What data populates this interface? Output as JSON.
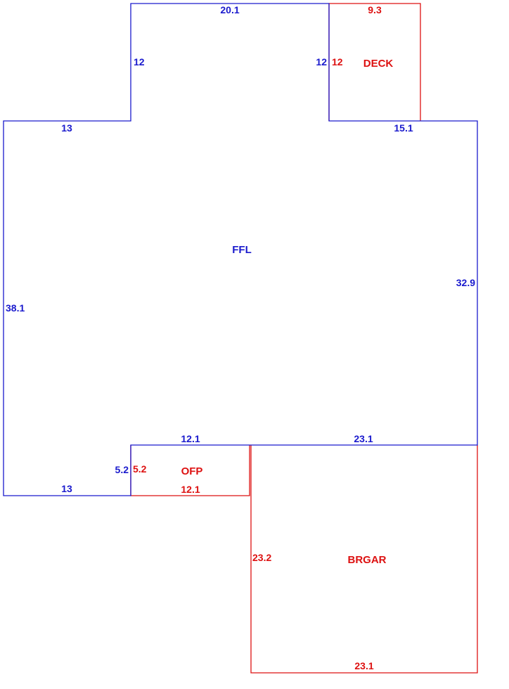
{
  "colors": {
    "main": "#1a1acd",
    "addon": "#dd1111"
  },
  "areas": {
    "ffl": "FFL",
    "deck": "DECK",
    "ofp": "OFP",
    "brgar": "BRGAR"
  },
  "dimensions": {
    "ffl_top": "20.1",
    "ffl_left_upper": "12",
    "ffl_right_upper": "12",
    "ffl_left_step": "13",
    "ffl_right_step": "15.1",
    "ffl_left": "38.1",
    "ffl_right": "32.9",
    "ffl_bottom_mid": "12.1",
    "ffl_bottom_right": "23.1",
    "ffl_notch": "5.2",
    "ffl_bottom_left": "13",
    "deck_top": "9.3",
    "deck_left": "12",
    "ofp_left": "5.2",
    "ofp_bottom": "12.1",
    "brgar_left": "23.2",
    "brgar_bottom": "23.1"
  }
}
